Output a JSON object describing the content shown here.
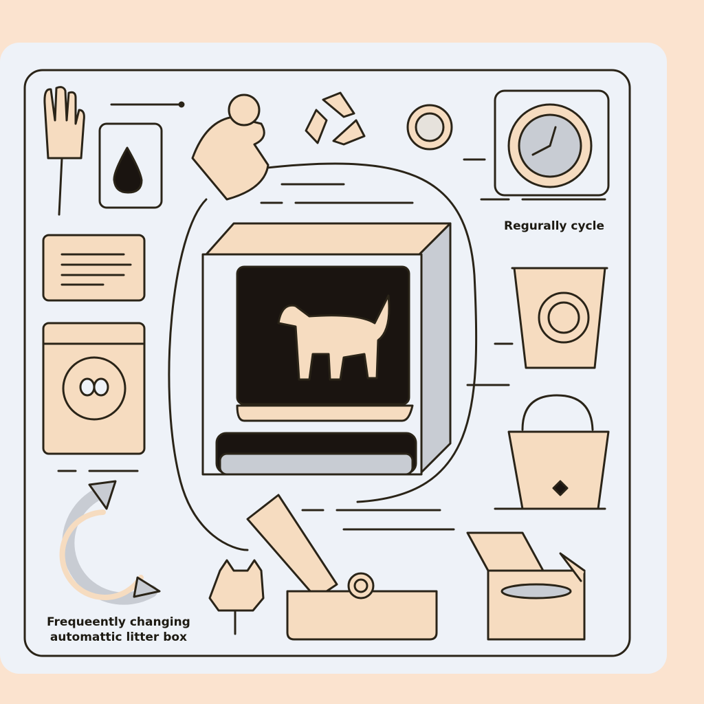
{
  "labels": {
    "cycle": "Regurally cycle",
    "main_line1": "Frequeently changing",
    "main_line2": "automattic litter box"
  },
  "colors": {
    "background": "#fbe3cf",
    "card": "#eef2f8",
    "beige": "#f6dcc0",
    "outline": "#2a2418",
    "gray": "#c8ccd3",
    "dark": "#1a1410"
  }
}
